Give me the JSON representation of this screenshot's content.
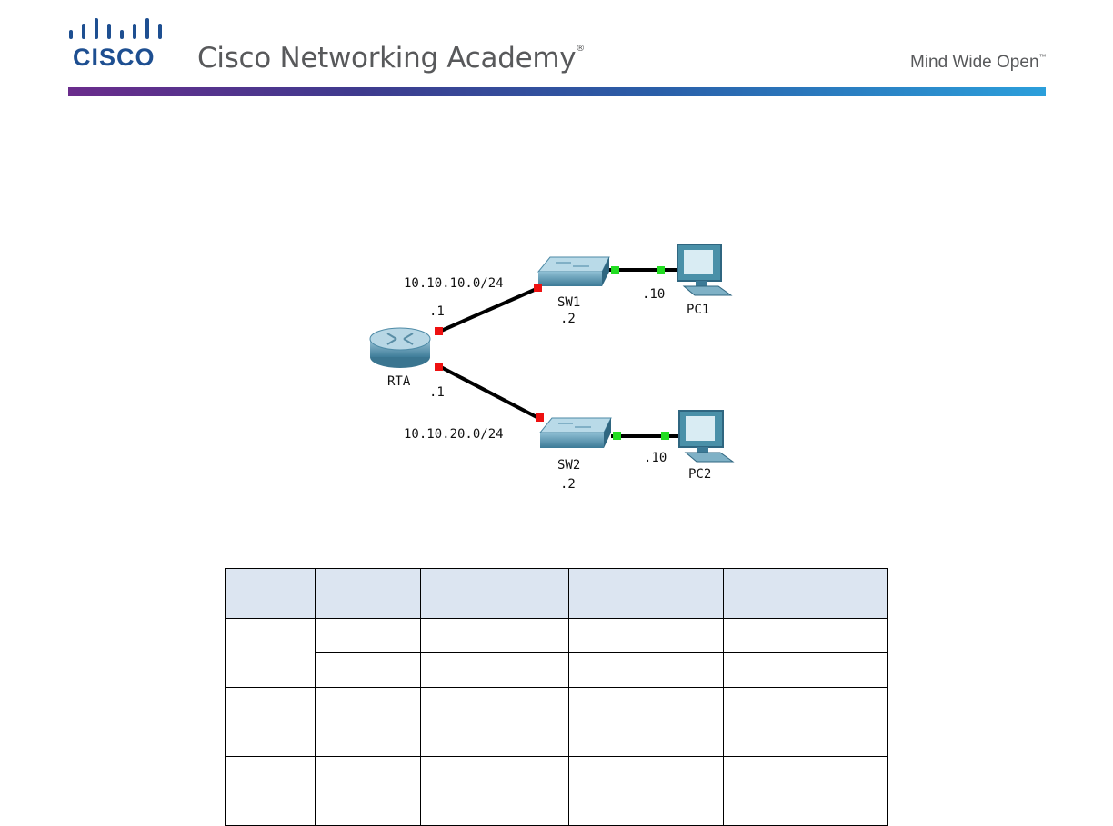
{
  "header": {
    "brand_wordmark": "CISCO",
    "title": "Cisco Networking Academy",
    "registered_mark": "®",
    "tagline": "Mind Wide Open",
    "trademark": "™"
  },
  "topology": {
    "devices": {
      "router": "RTA",
      "switch1": "SW1",
      "switch2": "SW2",
      "pc1": "PC1",
      "pc2": "PC2"
    },
    "networks": {
      "net1": "10.10.10.0/24",
      "net2": "10.10.20.0/24"
    },
    "host_labels": {
      "rta_g0": ".1",
      "rta_g1": ".1",
      "sw1": ".2",
      "sw2": ".2",
      "pc1": ".10",
      "pc2": ".10"
    },
    "colors": {
      "link_down": "#ee1111",
      "link_up": "#22dd22",
      "device": "#4a90a8"
    }
  },
  "addressing_table": {
    "headers": [
      "",
      "",
      "",
      "",
      ""
    ],
    "rows": [
      [
        "",
        "",
        "",
        "",
        ""
      ],
      [
        "",
        "",
        "",
        ""
      ],
      [
        "",
        "",
        "",
        "",
        ""
      ],
      [
        "",
        "",
        "",
        "",
        ""
      ],
      [
        "",
        "",
        "",
        "",
        ""
      ],
      [
        "",
        "",
        "",
        "",
        ""
      ]
    ]
  }
}
